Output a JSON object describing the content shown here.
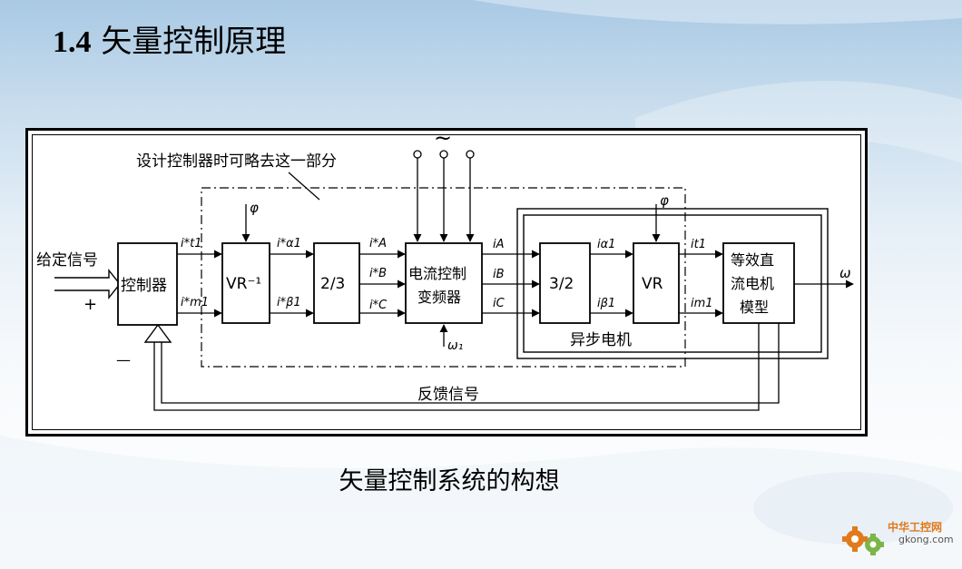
{
  "slide": {
    "title_number": "1.4",
    "title_text": "矢量控制原理",
    "caption": "矢量控制系统的构想"
  },
  "diagram": {
    "note": "设计控制器时可略去这一部分",
    "input_label": "给定信号",
    "plus": "+",
    "minus": "—",
    "controller": "控制器",
    "vr_inverse": "VR⁻¹",
    "two_three": "2/3",
    "inverter_line1": "电流控制",
    "inverter_line2": "变频器",
    "three_two": "3/2",
    "vr": "VR",
    "dc_model_line1": "等效直",
    "dc_model_line2": "流电机",
    "dc_model_line3": "模型",
    "motor_label": "异步电机",
    "feedback": "反馈信号",
    "phi": "φ",
    "tilde": "~",
    "omega1": "ω₁",
    "omega": "ω",
    "sig_it1_star": "i*t1",
    "sig_im1_star": "i*m1",
    "sig_ia1_star": "i*α1",
    "sig_ib1_star": "i*β1",
    "sig_iA_star": "i*A",
    "sig_iB_star": "i*B",
    "sig_iC_star": "i*C",
    "sig_iA": "iA",
    "sig_iB": "iB",
    "sig_iC": "iC",
    "sig_ia1": "iα1",
    "sig_ib1": "iβ1",
    "sig_it1": "it1",
    "sig_im1": "im1"
  },
  "logo": {
    "text_cn": "中华工控网",
    "text_en": "gkong.com",
    "icon": "gear-icon"
  },
  "colors": {
    "accent_orange": "#e07a1a",
    "gear_green": "#7ab648"
  }
}
